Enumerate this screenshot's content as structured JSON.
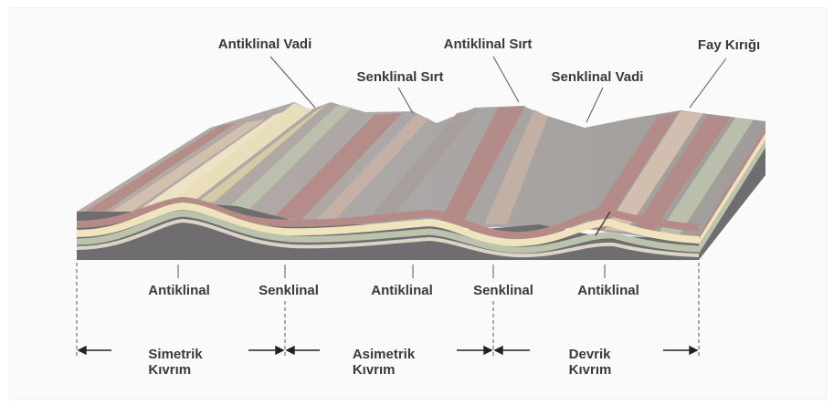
{
  "top_labels": {
    "antiklinal_vadi": "Antiklinal Vadi",
    "senklinal_sirt": "Senklinal Sırt",
    "antiklinal_sirt": "Antiklinal Sırt",
    "senklinal_vadi": "Senklinal Vadi",
    "fay_kirigi": "Fay Kırığı"
  },
  "bottom_labels": {
    "antiklinal_1": "Antiklinal",
    "senklinal_1": "Senklinal",
    "antiklinal_2": "Antiklinal",
    "senklinal_2": "Senklinal",
    "antiklinal_3": "Antiklinal"
  },
  "fold_types": {
    "simetrik": {
      "line1": "Simetrik",
      "line2": "Kıvrım"
    },
    "asimetrik": {
      "line1": "Asimetrik",
      "line2": "Kıvrım"
    },
    "devrik": {
      "line1": "Devrik",
      "line2": "Kıvrım"
    }
  },
  "colors": {
    "rock_dark": "#6f6d70",
    "layer_pink": "#b58a87",
    "layer_cream": "#f0e4bf",
    "layer_sage": "#bcc3ad",
    "surface": "#a9a6a3",
    "text": "#3a3a3a"
  }
}
